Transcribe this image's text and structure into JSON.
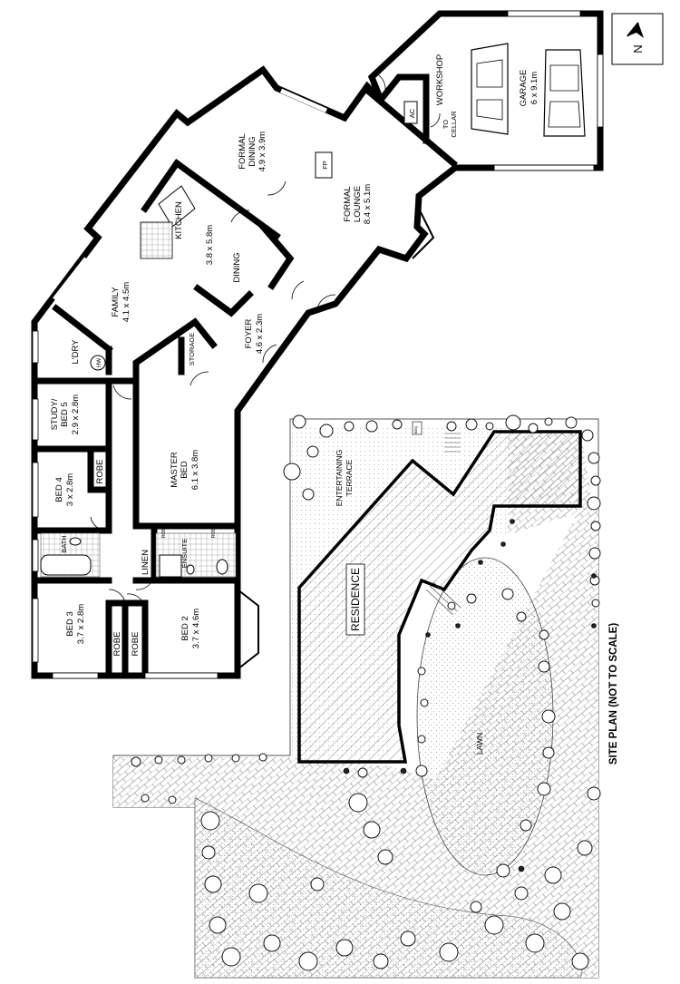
{
  "compass": {
    "label": "N"
  },
  "rooms": {
    "formal_dining": {
      "name1": "FORMAL",
      "name2": "DINING",
      "size": "4.9 x 3.9m"
    },
    "formal_lounge": {
      "name1": "FORMAL",
      "name2": "LOUNGE",
      "size": "8.4 x 5.1m"
    },
    "kitchen": {
      "name": "KITCHEN",
      "size": "3.8 x 5.8m"
    },
    "dining": {
      "name": "DINING"
    },
    "family": {
      "name": "FAMILY",
      "size": "4.1 x 4.5m"
    },
    "laundry": {
      "name": "L'DRY"
    },
    "hw": {
      "name": "HW"
    },
    "storage": {
      "name": "STORAGE"
    },
    "foyer": {
      "name": "FOYER",
      "size": "4.6 x 2.3m"
    },
    "workshop": {
      "name": "WORKSHOP"
    },
    "ac": {
      "name": "AC"
    },
    "to_cellar": {
      "line1": "TO",
      "line2": "CELLAR"
    },
    "garage": {
      "name": "GARAGE",
      "size": "6 x 9.1m"
    },
    "fp": {
      "name": "FP"
    },
    "study": {
      "name1": "STUDY/",
      "name2": "BED 5",
      "size": "2.9 x 2.8m"
    },
    "bed4": {
      "name": "BED 4",
      "size": "3 x 2.8m"
    },
    "robe_bed4": {
      "name": "ROBE"
    },
    "master": {
      "name1": "MASTER",
      "name2": "BED",
      "size": "6.1 x 3.8m"
    },
    "bath": {
      "name": "BATH"
    },
    "linen": {
      "name": "LINEN"
    },
    "ensuite": {
      "name": "ENSUITE"
    },
    "robe_master_a": {
      "name": "ROBE"
    },
    "robe_master_b": {
      "name": "ROBE"
    },
    "bed3": {
      "name": "BED 3",
      "size": "3.7 x 2.8m"
    },
    "robe_bed3": {
      "name": "ROBE"
    },
    "robe_bed2": {
      "name": "ROBE"
    },
    "bed2": {
      "name": "BED 2",
      "size": "3.7 x 4.6m"
    }
  },
  "site": {
    "terrace1": "ENTERTAINING",
    "terrace2": "TERRACE",
    "residence": "RESIDENCE",
    "lawn": "LAWN",
    "bbq": "BBQ",
    "caption": "SITE PLAN (NOT TO SCALE)"
  }
}
